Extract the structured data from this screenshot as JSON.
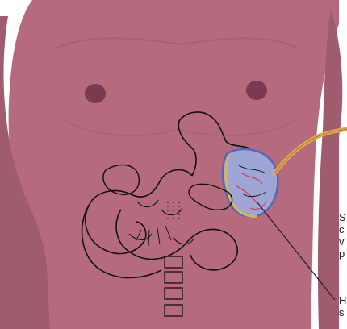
{
  "labels": {
    "callout_1": "S\nc\nv\np",
    "callout_2": "H\ns"
  },
  "colors": {
    "skin": "#b56b7d",
    "skin_shadow": "#8f4c5e",
    "nipple": "#7b3a52",
    "organ_outline": "#111111",
    "stomach_fill": "#9ea6d6",
    "stomach_rim": "#5566bb",
    "gold_rim": "#d9b45a",
    "tube": "#e0a84a",
    "detail_red": "#d23a55",
    "background": "#ffffff"
  },
  "icons": {
    "figure": "torso-with-abdominal-organs",
    "tube": "feeding-tube"
  }
}
